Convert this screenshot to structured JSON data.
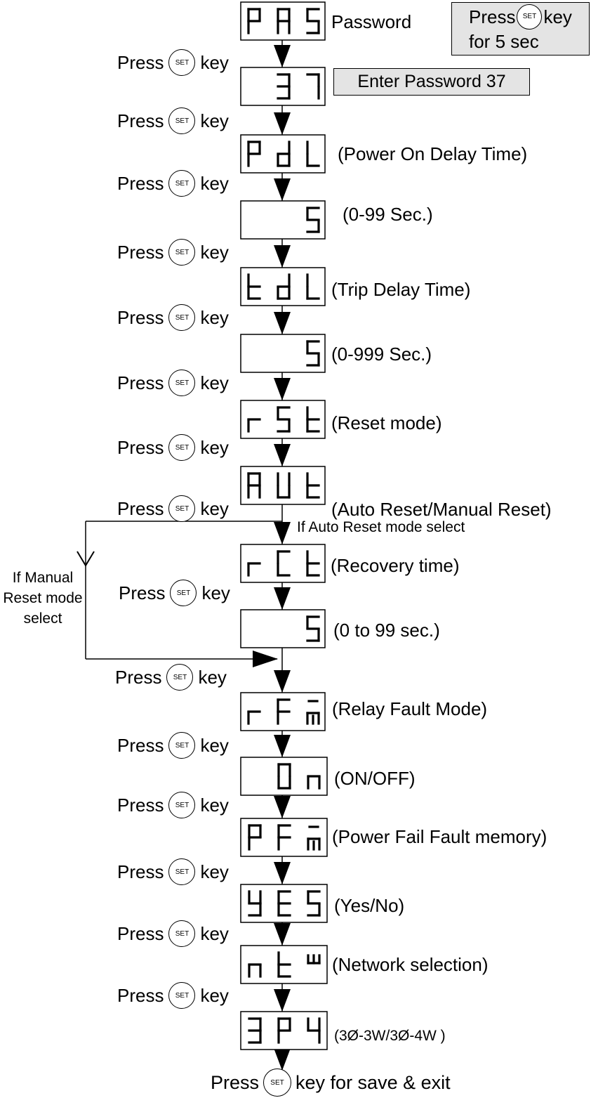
{
  "hint": {
    "press": "Press",
    "key": "SET",
    "rest": "key",
    "line2": "for 5 sec"
  },
  "password_note": "Enter Password 37",
  "press_word": "Press",
  "key_word": "key",
  "set_key": "SET",
  "steps": [
    {
      "display": "PAS",
      "label": "Password"
    },
    {
      "display": "37",
      "label": ""
    },
    {
      "display": "PdL",
      "label": "(Power On Delay Time)"
    },
    {
      "display": "5",
      "label": "(0-99 Sec.)"
    },
    {
      "display": "tdL",
      "label": "(Trip Delay Time)"
    },
    {
      "display": "5",
      "label": "(0-999 Sec.)"
    },
    {
      "display": "rSt",
      "label": "(Reset mode)"
    },
    {
      "display": "AUt",
      "label": "(Auto Reset/Manual Reset)"
    },
    {
      "display": "rCt",
      "label": "(Recovery time)"
    },
    {
      "display": "5",
      "label": "(0 to 99 sec.)"
    },
    {
      "display": "rFM",
      "label": "(Relay Fault Mode)"
    },
    {
      "display": "On",
      "label": "(ON/OFF)"
    },
    {
      "display": "PFM",
      "label": "(Power Fail Fault memory)"
    },
    {
      "display": "YES",
      "label": "(Yes/No)"
    },
    {
      "display": "ntW",
      "label": "(Network selection)"
    },
    {
      "display": "3P4",
      "label": "(3Ø-3W/3Ø-4W )"
    }
  ],
  "auto_note": "If Auto Reset mode select",
  "manual_note": [
    "If Manual",
    "Reset mode",
    "select"
  ],
  "final": {
    "press": "Press",
    "key": "SET",
    "rest": "key for save & exit"
  }
}
